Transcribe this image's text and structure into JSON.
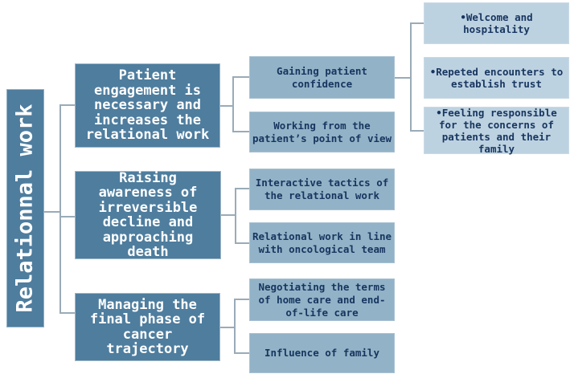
{
  "colors": {
    "box_fill": "#4e7d9e",
    "child_fill": "#92b3c7",
    "leaf_fill": "#bdd2e1",
    "text_dark": "#17355f",
    "text_light": "#ffffff",
    "connector": "#9aabb8"
  },
  "tree": {
    "root": {
      "label": "Relationnal work"
    },
    "branches": [
      {
        "title": "Patient\nengagement is\nnecessary and\nincreases the\nrelational work",
        "children": [
          {
            "text": "Gaining patient\nconfidence",
            "leaves": [
              {
                "text": "•Welcome and\nhospitality"
              },
              {
                "text": "•Repeted encounters to\nestablish trust"
              },
              {
                "text": "•Feeling responsible\nfor the concerns of\npatients and their\nfamily"
              }
            ]
          },
          {
            "text": "Working from the\npatient’s point of view"
          }
        ]
      },
      {
        "title": "Raising\nawareness of\nirreversible\ndecline and\napproaching\ndeath",
        "children": [
          {
            "text": "Interactive tactics of\nthe relational work"
          },
          {
            "text": "Relational work in line\nwith oncological team"
          }
        ]
      },
      {
        "title": "Managing the\nfinal phase of\ncancer\ntrajectory",
        "children": [
          {
            "text": "Negotiating the terms\nof home care and end-\nof-life care"
          },
          {
            "text": "Influence of family"
          }
        ]
      }
    ]
  }
}
